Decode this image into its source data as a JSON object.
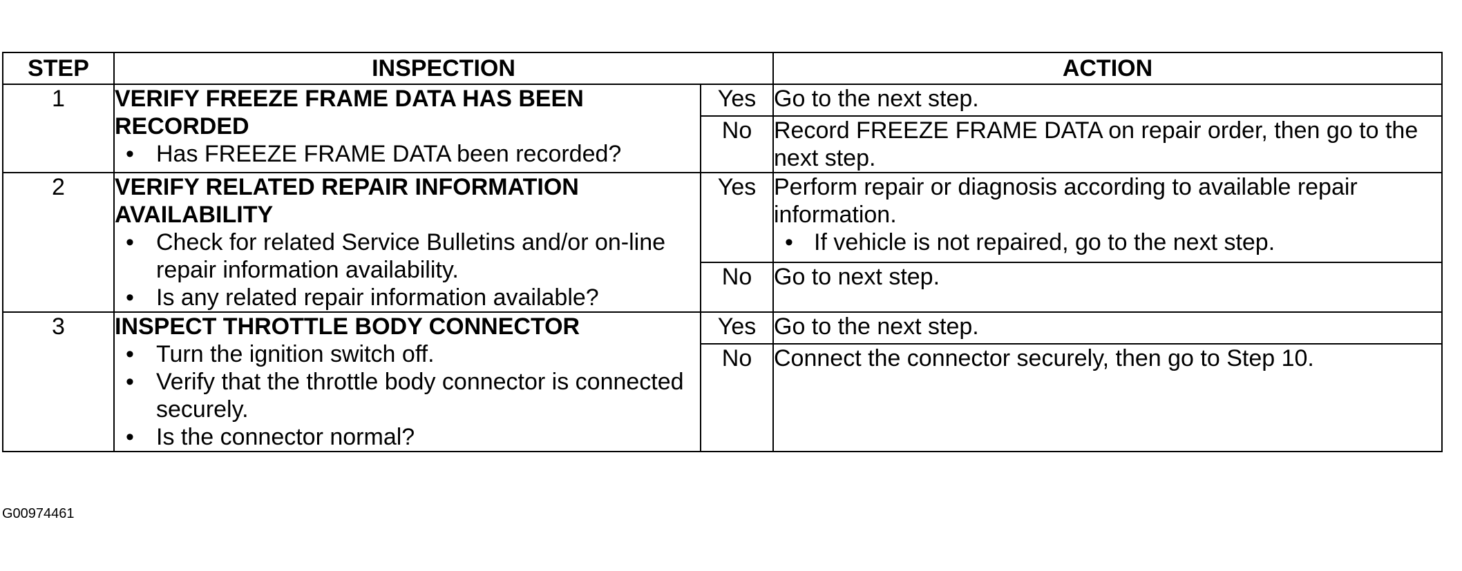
{
  "table": {
    "headers": {
      "step": "STEP",
      "inspection": "INSPECTION",
      "action": "ACTION"
    },
    "rows": [
      {
        "step": "1",
        "title": "VERIFY FREEZE FRAME DATA HAS BEEN RECORDED",
        "bullets": [
          "Has FREEZE FRAME DATA been recorded?"
        ],
        "yes_label": "Yes",
        "yes_action": "Go to the next step.",
        "yes_bullets": [],
        "no_label": "No",
        "no_action": "Record FREEZE FRAME DATA on repair order, then go to the next step."
      },
      {
        "step": "2",
        "title": "VERIFY RELATED REPAIR INFORMATION AVAILABILITY",
        "bullets": [
          "Check for related Service Bulletins and/or on-line repair information availability.",
          "Is any related repair information available?"
        ],
        "yes_label": "Yes",
        "yes_action": "Perform repair or diagnosis according to available repair information.",
        "yes_bullets": [
          "If vehicle is not repaired, go to the next step."
        ],
        "no_label": "No",
        "no_action": "Go to next step."
      },
      {
        "step": "3",
        "title": "INSPECT THROTTLE BODY CONNECTOR",
        "bullets": [
          "Turn the ignition switch off.",
          "Verify that the throttle body connector is connected securely.",
          "Is the connector normal?"
        ],
        "yes_label": "Yes",
        "yes_action": "Go to the next step.",
        "yes_bullets": [],
        "no_label": "No",
        "no_action": "Connect the connector securely, then go to Step 10."
      }
    ]
  },
  "figure_id": "G00974461"
}
